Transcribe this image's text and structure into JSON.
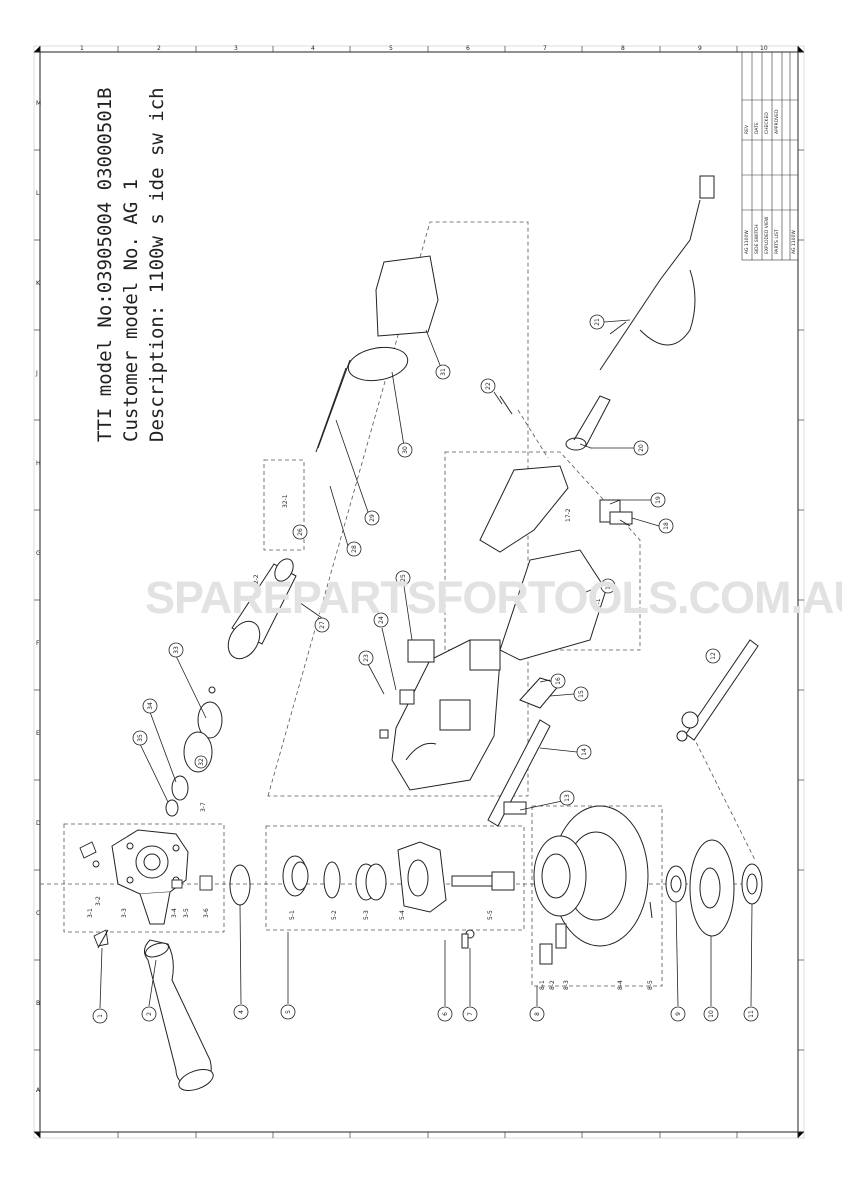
{
  "title_block_text": {
    "line1": "TTI model No:03905004 03000501B",
    "line2": "Customer model No. AG 1",
    "line3": "Description: 1100w s ide sw ich"
  },
  "watermark": "SPAREPARTSFORTOOLS.COM.AU",
  "border_zones": {
    "top_numbers": [
      "1",
      "2",
      "3",
      "4",
      "5",
      "6",
      "7",
      "8",
      "9",
      "10"
    ],
    "side_letters": [
      "A",
      "B",
      "C",
      "D",
      "E",
      "F",
      "G",
      "H",
      "J",
      "K",
      "L",
      "M"
    ]
  },
  "callouts": {
    "circled": [
      "1",
      "2",
      "4",
      "5",
      "6",
      "7",
      "8",
      "9",
      "10",
      "11",
      "12",
      "13",
      "14",
      "15",
      "16",
      "17",
      "18",
      "19",
      "20",
      "21",
      "22",
      "23",
      "24",
      "25",
      "26",
      "27",
      "28",
      "29",
      "30",
      "31",
      "32",
      "33",
      "34",
      "35"
    ],
    "sub_labels": [
      "3-1",
      "3-2",
      "3-3",
      "3-4",
      "3-5",
      "3-6",
      "3-7",
      "5-1",
      "5-2",
      "5-3",
      "5-4",
      "5-5",
      "8-1",
      "8-2",
      "8-3",
      "8-4",
      "8-5",
      "17-1",
      "17-2",
      "32-1",
      "32-2"
    ]
  },
  "title_block_table": {
    "rows": [
      "AG 1100W",
      "SIDE SWITCH",
      "EXPLODED VIEW",
      "PARTS LIST",
      "REV",
      "DATE",
      "CHECKED",
      "APPROVED"
    ],
    "part_no": "AG 1100W"
  },
  "colors": {
    "line": "#1a1a1a",
    "dash": "#555555",
    "watermark": "#e2e2e2"
  }
}
